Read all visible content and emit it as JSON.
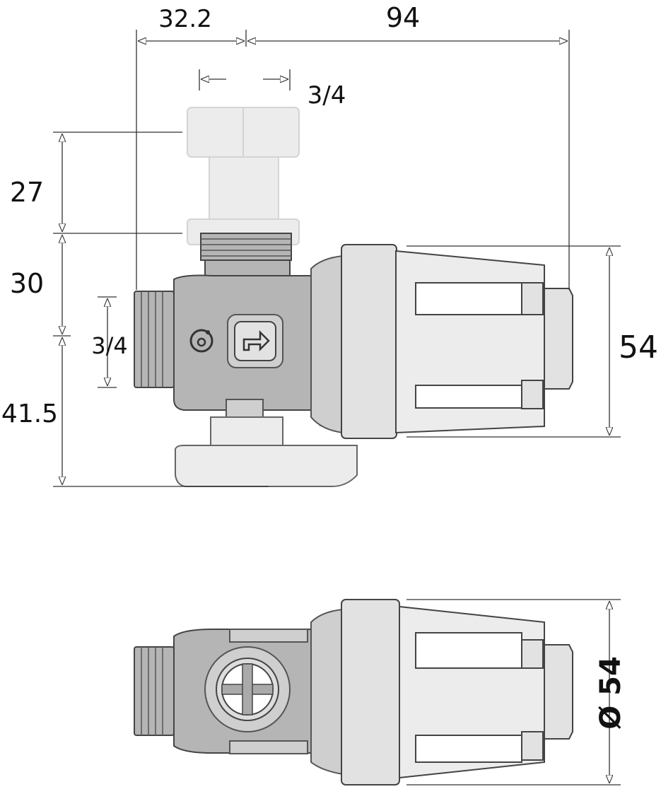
{
  "title": "Valve technical drawing (side and bottom view)",
  "dimensions": {
    "top_left_width": "32.2",
    "top_right_width": "94",
    "top_connection": "3/4",
    "height_upper": "27",
    "height_middle": "30",
    "side_connection": "3/4",
    "height_lower": "41.5",
    "body_height": "54",
    "bottom_diameter": "Ø 54"
  },
  "colors": {
    "line": "#333333",
    "body": "#b5b5b5",
    "light_part": "#ececec"
  }
}
